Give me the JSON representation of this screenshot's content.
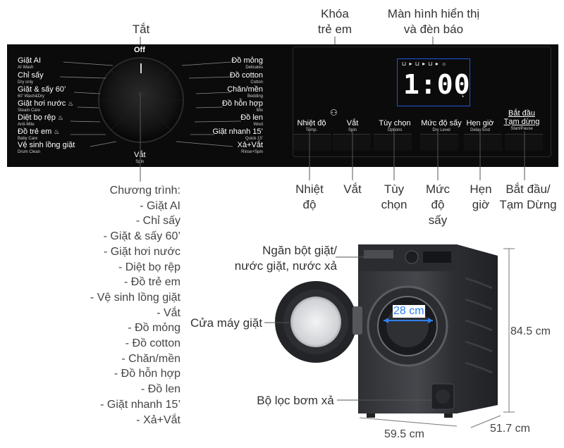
{
  "knob_top_label": "Tắt",
  "panel": {
    "off_label": "Off",
    "spin_label": {
      "vn": "Vắt",
      "en": "Spin"
    },
    "left_programs": [
      {
        "vn": "Giặt AI",
        "en": "AI Wash",
        "icon": ""
      },
      {
        "vn": "Chỉ sấy",
        "en": "Dry only",
        "icon": ""
      },
      {
        "vn": "Giặt & sấy 60’",
        "en": "60’ Wash&Dry",
        "icon": ""
      },
      {
        "vn": "Giặt hơi nước",
        "en": "Steam Care",
        "icon": "ᰔ"
      },
      {
        "vn": "Diệt bọ rệp",
        "en": "Anti-Mite",
        "icon": "ᰔ"
      },
      {
        "vn": "Đồ trẻ em",
        "en": "Baby Care",
        "icon": "ᰔ"
      },
      {
        "vn": "Vệ sinh lồng giặt",
        "en": "Drum Clean",
        "icon": ""
      }
    ],
    "right_programs": [
      {
        "vn": "Đồ mỏng",
        "en": "Delicates"
      },
      {
        "vn": "Đồ cotton",
        "en": "Cotton"
      },
      {
        "vn": "Chăn/mền",
        "en": "Bedding"
      },
      {
        "vn": "Đồ hỗn hợp",
        "en": "Mix"
      },
      {
        "vn": "Đồ len",
        "en": "Wool"
      },
      {
        "vn": "Giặt nhanh 15’",
        "en": "Quick 15’"
      },
      {
        "vn": "Xả+Vắt",
        "en": "Rinse+Spin"
      }
    ],
    "display_time": "1:00",
    "buttons": [
      {
        "vn": "Nhiệt độ",
        "en": "Temp."
      },
      {
        "vn": "Vắt",
        "en": "Spin"
      },
      {
        "vn": "Tùy chọn",
        "en": "Options"
      },
      {
        "vn": "Mức độ sấy",
        "en": "Dry Level"
      },
      {
        "vn": "Hẹn giờ",
        "en": "Delay End"
      },
      {
        "vn": "Bắt đầu",
        "vn2": "Tạm dừng",
        "en": "Start/Pause"
      }
    ]
  },
  "callouts_top": {
    "child_lock": [
      "Khóa",
      "trẻ em"
    ],
    "display": [
      "Màn hình hiển thị",
      "và đèn báo"
    ]
  },
  "callouts_bottom": {
    "temp": [
      "Nhiệt",
      "độ"
    ],
    "spin": [
      "Vắt"
    ],
    "options": [
      "Tùy",
      "chọn"
    ],
    "dry_level": [
      "Mức",
      "độ",
      "sấy"
    ],
    "delay": [
      "Hẹn",
      "giờ"
    ],
    "start": [
      "Bắt đầu/",
      "Tạm Dừng"
    ]
  },
  "program_list": {
    "title": "Chương trình:",
    "items": [
      "- Giặt AI",
      "- Chỉ sấy",
      "- Giặt & sấy 60’",
      "- Giặt hơi nước",
      "- Diệt bọ rệp",
      "- Đồ trẻ em",
      "- Vệ sinh lồng giặt",
      "- Vắt",
      "- Đồ mỏng",
      "- Đồ cotton",
      "- Chăn/mền",
      "- Đồ hỗn hợp",
      "- Đồ len",
      "- Giặt nhanh 15’",
      "- Xả+Vắt"
    ]
  },
  "machine": {
    "detergent": [
      "Ngăn bột giặt/",
      "nước giặt, nước xả"
    ],
    "door": "Cửa máy giặt",
    "filter": "Bộ lọc bơm xả",
    "door_diameter": "28 cm",
    "height": "84.5 cm",
    "width": "59.5 cm",
    "depth": "51.7 cm"
  },
  "colors": {
    "panel": "#0b0b0b",
    "display_blue": "#1f5ad6",
    "machine_body": "#3a3c40",
    "dim_blue": "#2f80ed"
  }
}
